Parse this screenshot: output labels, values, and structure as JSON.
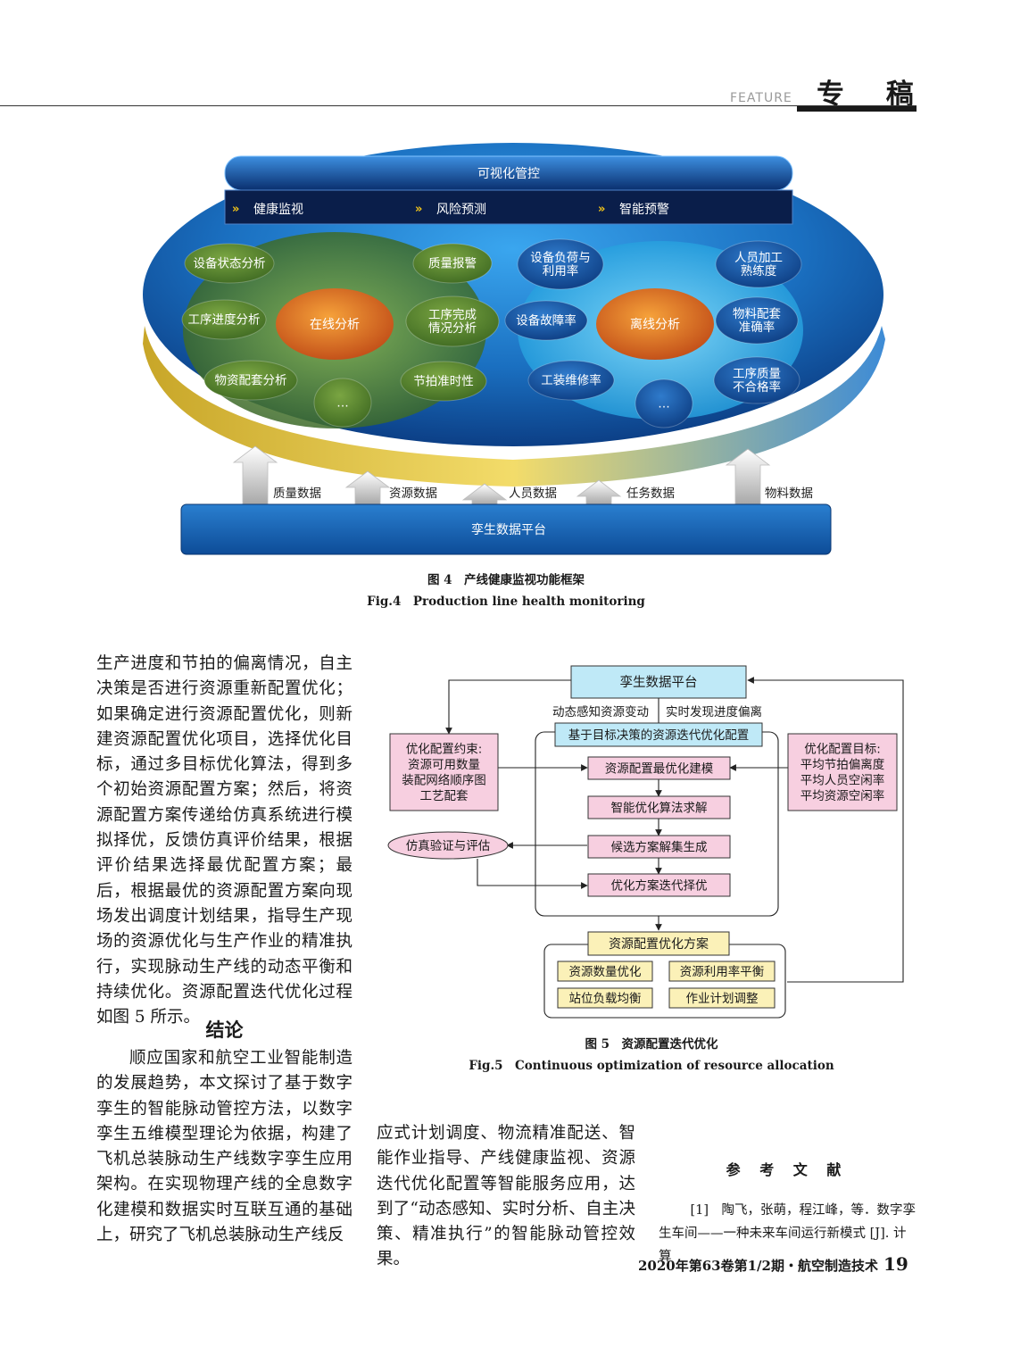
{
  "header": {
    "feature": "FEATURE",
    "title": "专 稿"
  },
  "fig4": {
    "visual_control": "可视化管控",
    "monitor_items": [
      "健康监视",
      "风险预测",
      "智能预警"
    ],
    "online": {
      "center": "在线分析",
      "nodes": [
        "设备状态分析",
        "质量报警",
        "工序进度分析",
        "工序完成\n情况分析",
        "物资配套分析",
        "…",
        "节拍准时性"
      ]
    },
    "offline": {
      "center": "离线分析",
      "nodes": [
        "设备负荷与\n利用率",
        "人员加工\n熟练度",
        "设备故障率",
        "物料配套\n准确率",
        "工装维修率",
        "…",
        "工序质量\n不合格率"
      ]
    },
    "data_flows": [
      "质量数据",
      "资源数据",
      "人员数据",
      "任务数据",
      "物料数据"
    ],
    "platform": "孪生数据平台",
    "caption_cn": "图 4　产线健康监视功能框架",
    "caption_en": "Fig.4　Production line health monitoring"
  },
  "fig5": {
    "platform": "孪生数据平台",
    "sense_label": "动态感知资源变动",
    "detect_label": "实时发现进度偏离",
    "group_title": "基于目标决策的资源迭代优化配置",
    "constraint": [
      "优化配置约束:",
      "资源可用数量",
      "装配网络顺序图",
      "工艺配套"
    ],
    "objective": [
      "优化配置目标:",
      "平均节拍偏离度",
      "平均人员空闲率",
      "平均资源空闲率"
    ],
    "steps": [
      "资源配置最优化建模",
      "智能优化算法求解",
      "候选方案解集生成",
      "优化方案迭代择优"
    ],
    "simulation": "仿真验证与评估",
    "result_title": "资源配置优化方案",
    "result_items": [
      "资源数量优化",
      "资源利用率平衡",
      "站位负载均衡",
      "作业计划调整"
    ],
    "caption_cn": "图 5　资源配置迭代优化",
    "caption_en": "Fig.5　Continuous optimization of resource allocation"
  },
  "text": {
    "left_para1": "生产进度和节拍的偏离情况，自主决策是否进行资源重新配置优化；如果确定进行资源配置优化，则新建资源配置优化项目，选择优化目标，通过多目标优化算法，得到多个初始资源配置方案；然后，将资源配置方案传递给仿真系统进行模拟择优，反馈仿真评价结果，根据评价结果选择最优配置方案；最后，根据最优的资源配置方案向现场发出调度计划结果，指导生产现场的资源优化与生产作业的精准执行，实现脉动生产线的动态平衡和持续优化。资源配置迭代优化过程如图 5 所示。",
    "conclusion_heading": "结论",
    "left_para2": "顺应国家和航空工业智能制造的发展趋势，本文探讨了基于数字孪生的智能脉动管控方法，以数字孪生五维模型理论为依据，构建了飞机总装脉动生产线数字孪生应用架构。在实现物理产线的全息数字化建模和数据实时互联互通的基础上，研究了飞机总装脉动生产线反",
    "mid_para": "应式计划调度、物流精准配送、智能作业指导、产线健康监视、资源迭代优化配置等智能服务应用，达到了“动态感知、实时分析、自主决策、精准执行”的智能脉动管控效果。",
    "references_heading": "参 考 文 献",
    "ref1_line1": "[1]　陶飞，张萌，程江峰，等．数字孪",
    "ref1_line2": "生车间——一种未来车间运行新模式 [J]. 计算"
  },
  "footer": {
    "issue": "2020年第63卷第1/2期・航空制造技术",
    "page": "19"
  },
  "colors": {
    "navy": "#0a1f44",
    "blue_disc": "#1b78c8",
    "gold_ring": "#d9b93a",
    "green_node": "#5c8a2f",
    "orange_core": "#d9731f",
    "pink_box": "#f7cfe0",
    "cyan_box": "#bfe9f7",
    "yellow_box": "#fbf1b8"
  }
}
